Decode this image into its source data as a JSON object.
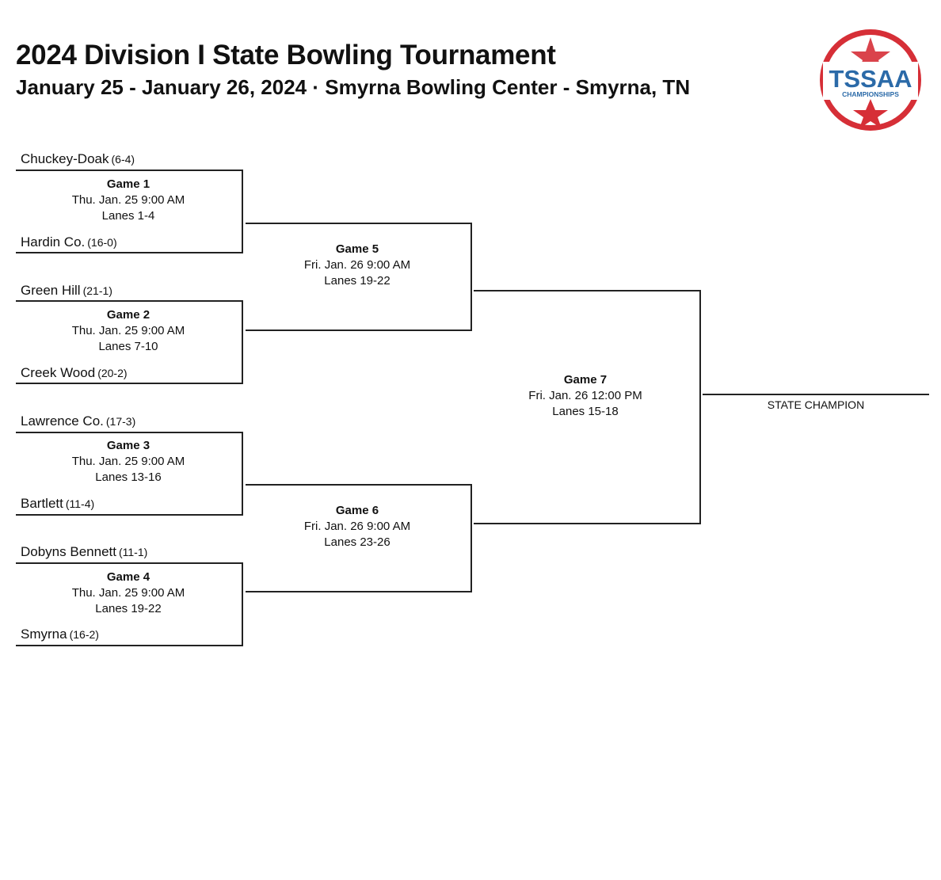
{
  "header": {
    "title": "2024 Division I State Bowling Tournament",
    "subtitle": "January 25 - January 26, 2024 · Smyrna Bowling Center - Smyrna, TN"
  },
  "logo": {
    "text": "TSSAA",
    "subtext": "CHAMPIONSHIPS",
    "colors": {
      "ring": "#d62f37",
      "band": "#2b6aa8",
      "star": "#d62f37",
      "text": "#2b6aa8"
    }
  },
  "teams": [
    {
      "name": "Chuckey-Doak",
      "record": "(6-4)"
    },
    {
      "name": "Hardin Co.",
      "record": "(16-0)"
    },
    {
      "name": "Green Hill",
      "record": "(21-1)"
    },
    {
      "name": "Creek Wood",
      "record": "(20-2)"
    },
    {
      "name": "Lawrence Co.",
      "record": "(17-3)"
    },
    {
      "name": "Bartlett",
      "record": "(11-4)"
    },
    {
      "name": "Dobyns Bennett",
      "record": "(11-1)"
    },
    {
      "name": "Smyrna",
      "record": "(16-2)"
    }
  ],
  "games": [
    {
      "name": "Game 1",
      "time": "Thu. Jan. 25 9:00 AM",
      "lanes": "Lanes 1-4"
    },
    {
      "name": "Game 2",
      "time": "Thu. Jan. 25 9:00 AM",
      "lanes": "Lanes 7-10"
    },
    {
      "name": "Game 3",
      "time": "Thu. Jan. 25 9:00 AM",
      "lanes": "Lanes 13-16"
    },
    {
      "name": "Game 4",
      "time": "Thu. Jan. 25 9:00 AM",
      "lanes": "Lanes 19-22"
    },
    {
      "name": "Game 5",
      "time": "Fri. Jan. 26 9:00 AM",
      "lanes": "Lanes 19-22"
    },
    {
      "name": "Game 6",
      "time": "Fri. Jan. 26 9:00 AM",
      "lanes": "Lanes 23-26"
    },
    {
      "name": "Game 7",
      "time": "Fri. Jan. 26 12:00 PM",
      "lanes": "Lanes 15-18"
    }
  ],
  "champion_label": "STATE CHAMPION"
}
